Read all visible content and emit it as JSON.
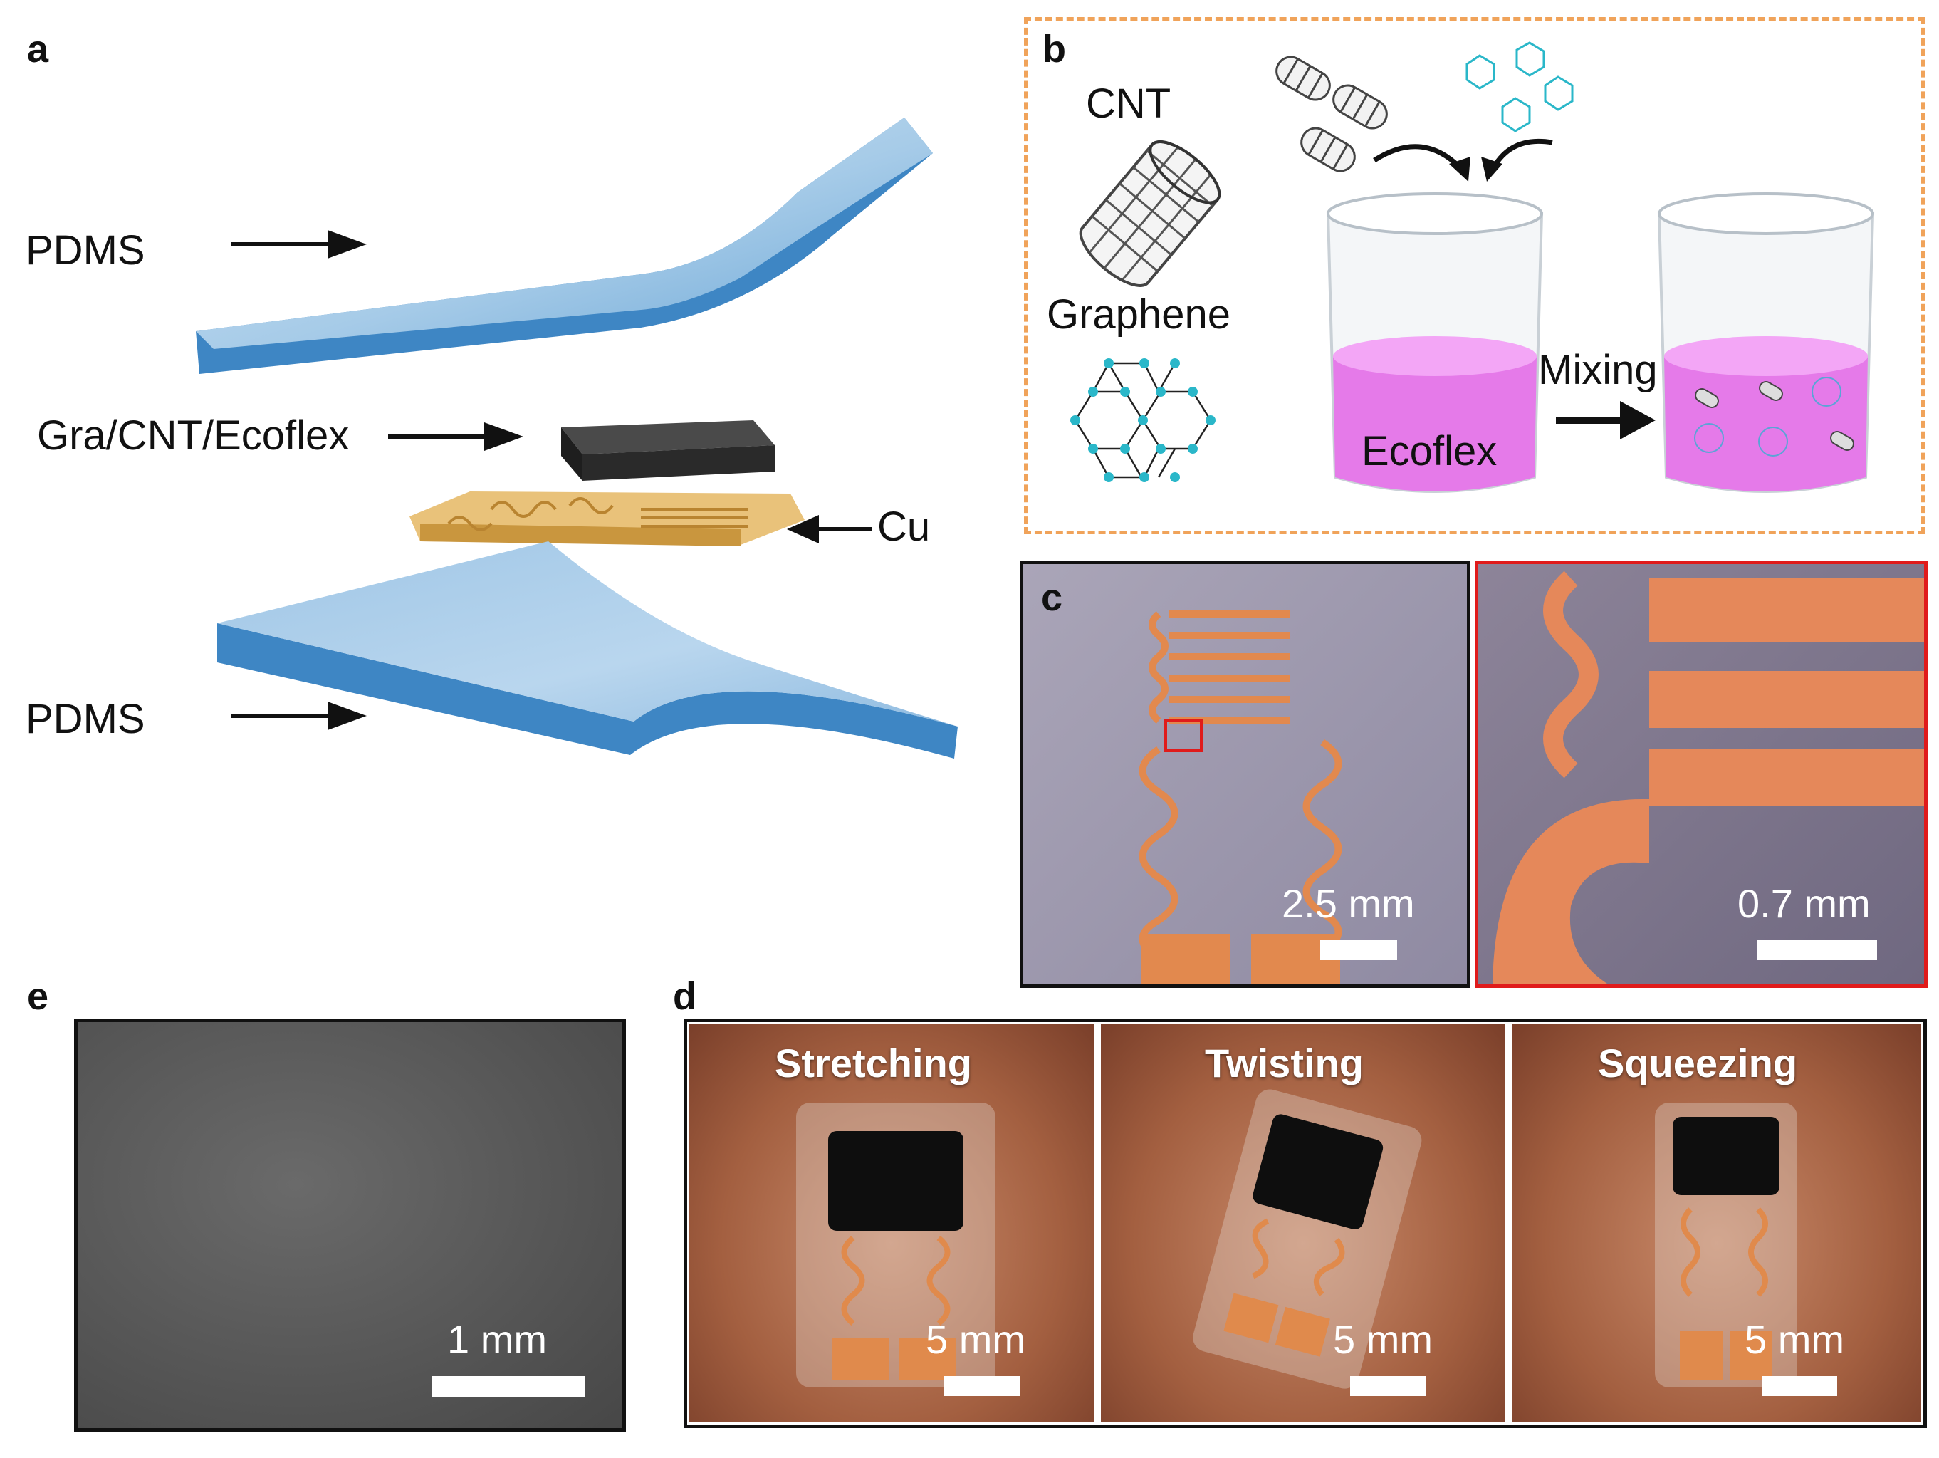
{
  "panels": {
    "a": {
      "letter": "a",
      "labels": {
        "pdms_top": "PDMS",
        "sensing_layer": "Gra/CNT/Ecoflex",
        "electrode": "Cu",
        "pdms_bottom": "PDMS"
      }
    },
    "b": {
      "letter": "b",
      "labels": {
        "cnt": "CNT",
        "graphene": "Graphene",
        "ecoflex": "Ecoflex",
        "mixing": "Mixing"
      }
    },
    "c": {
      "letter": "c",
      "scale_left": "2.5 mm",
      "scale_right": "0.7 mm"
    },
    "d": {
      "letter": "d",
      "photos": [
        {
          "label": "Stretching",
          "scale": "5 mm"
        },
        {
          "label": "Twisting",
          "scale": "5 mm"
        },
        {
          "label": "Squeezing",
          "scale": "5 mm"
        }
      ]
    },
    "e": {
      "letter": "e",
      "scale": "1 mm"
    }
  },
  "colors": {
    "pdms_blue": "#4a8fc8",
    "pdms_light": "#a9cbe6",
    "copper": "#e08a4c",
    "ecoflex_pink": "#e57ae9",
    "dashed_border": "#f0a35a",
    "zoom_red": "#e01b1b",
    "sem_gray": "#5a5a5a"
  }
}
